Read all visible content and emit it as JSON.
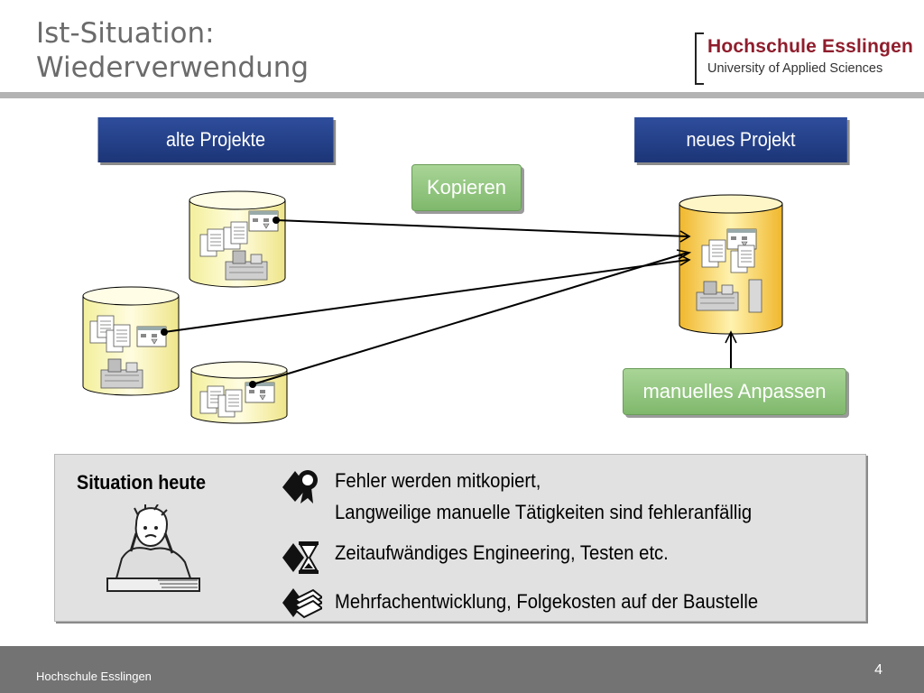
{
  "header": {
    "title": "Ist-Situation:\nWiederverwendung",
    "logo_name": "Hochschule Esslingen",
    "logo_sub": "University of Applied Sciences"
  },
  "diagram": {
    "left_label": "alte Projekte",
    "right_label": "neues Projekt",
    "copy_label": "Kopieren",
    "adapt_label": "manuelles Anpassen"
  },
  "panel": {
    "title": "Situation heute",
    "bullets": [
      {
        "icon": "quality-icon",
        "line1": "Fehler werden mitkopiert,",
        "line2": "Langweilige manuelle Tätigkeiten sind fehleranfällig"
      },
      {
        "icon": "hourglass-icon",
        "line1": "Zeitaufwändiges Engineering, Testen etc."
      },
      {
        "icon": "money-icon",
        "line1": "Mehrfachentwicklung, Folgekosten auf der Baustelle"
      }
    ]
  },
  "footer": {
    "left": "Hochschule Esslingen",
    "page": "4"
  },
  "colors": {
    "title_gray": "#6b6b6b",
    "logo_red": "#8f1d2c",
    "blue_box": "#1c3577",
    "green_box": "#8dc47b",
    "cylinder_light": "#fffcc8",
    "cylinder_gold": "#f4c64a",
    "panel_bg": "#e1e1e1",
    "footer_bg": "#737373"
  }
}
